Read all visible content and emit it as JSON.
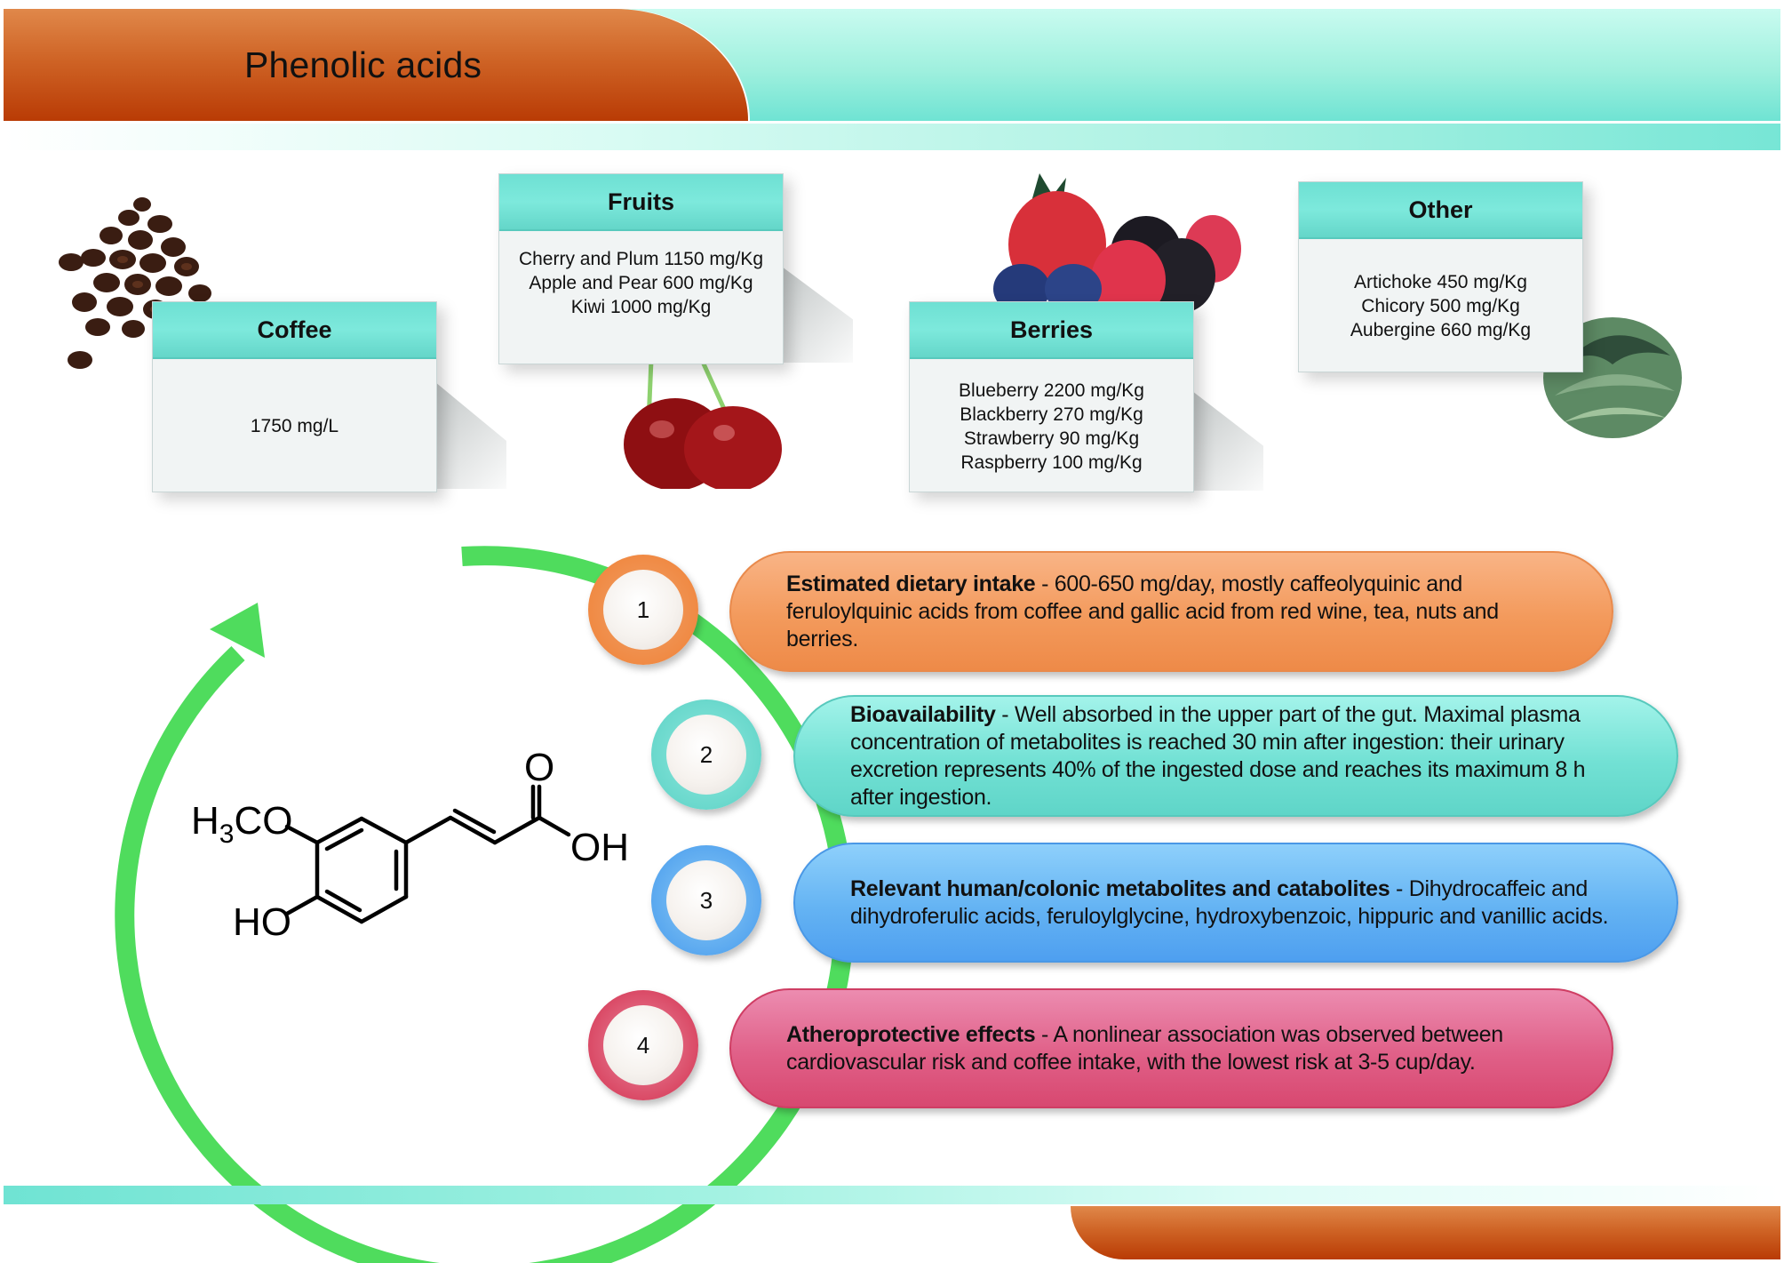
{
  "header": {
    "title": "Phenolic acids"
  },
  "sources": [
    {
      "id": "coffee",
      "title": "Coffee",
      "items": [
        "1750 mg/L"
      ],
      "image": "coffee-beans-image"
    },
    {
      "id": "fruits",
      "title": "Fruits",
      "items": [
        "Cherry and Plum 1150 mg/Kg",
        "Apple and Pear 600 mg/Kg",
        "Kiwi 1000 mg/Kg"
      ],
      "image": "cherries-image"
    },
    {
      "id": "berries",
      "title": "Berries",
      "items": [
        "Blueberry 2200 mg/Kg",
        "Blackberry 270 mg/Kg",
        "Strawberry 90 mg/Kg",
        "Raspberry 100 mg/Kg"
      ],
      "image": "berries-image"
    },
    {
      "id": "other",
      "title": "Other",
      "items": [
        "Artichoke 450 mg/Kg",
        "Chicory 500 mg/Kg",
        "Aubergine 660 mg/Kg"
      ],
      "image": "artichoke-image"
    }
  ],
  "molecule": {
    "name": "ferulic-acid-structure",
    "labels": {
      "methoxy": "H3CO",
      "methoxy_h": "H",
      "methoxy_sub": "3",
      "methoxy_rest": "CO",
      "hydroxyl": "HO",
      "carbonyl_o": "O",
      "acid_oh": "OH"
    }
  },
  "steps": [
    {
      "number": "1",
      "heading": "Estimated dietary intake",
      "separator": " - ",
      "text": "600-650 mg/day, mostly caffeolyquinic and feruloylquinic acids from coffee and gallic acid from red wine, tea, nuts and berries.",
      "color": "#f5a26a"
    },
    {
      "number": "2",
      "heading": "Bioavailability",
      "separator": " - ",
      "text": "Well absorbed in the upper part of the gut. Maximal plasma concentration of metabolites is reached 30 min after ingestion: their urinary excretion represents 40% of the ingested dose and reaches its maximum 8 h after ingestion.",
      "color": "#7fe6da"
    },
    {
      "number": "3",
      "heading": "Relevant human/colonic metabolites and catabolites",
      "separator": " - ",
      "text": "Dihydrocaffeic and dihydroferulic acids, feruloylglycine, hydroxybenzoic, hippuric and vanillic acids.",
      "color": "#6fb8f5"
    },
    {
      "number": "4",
      "heading": "Atheroprotective effects",
      "separator": " - ",
      "text": "A nonlinear association was observed between cardiovascular risk and coffee intake, with the lowest risk at 3-5 cup/day.",
      "color": "#e0607f"
    }
  ],
  "colors": {
    "header_orange": "#cf6426",
    "header_teal": "#7fe9da",
    "card_header": "#74e3d6",
    "arrow_green": "#4cde5c",
    "step1": "#f39a5c",
    "step2": "#6fdccf",
    "step3": "#5aaaf0",
    "step4": "#d94870"
  }
}
